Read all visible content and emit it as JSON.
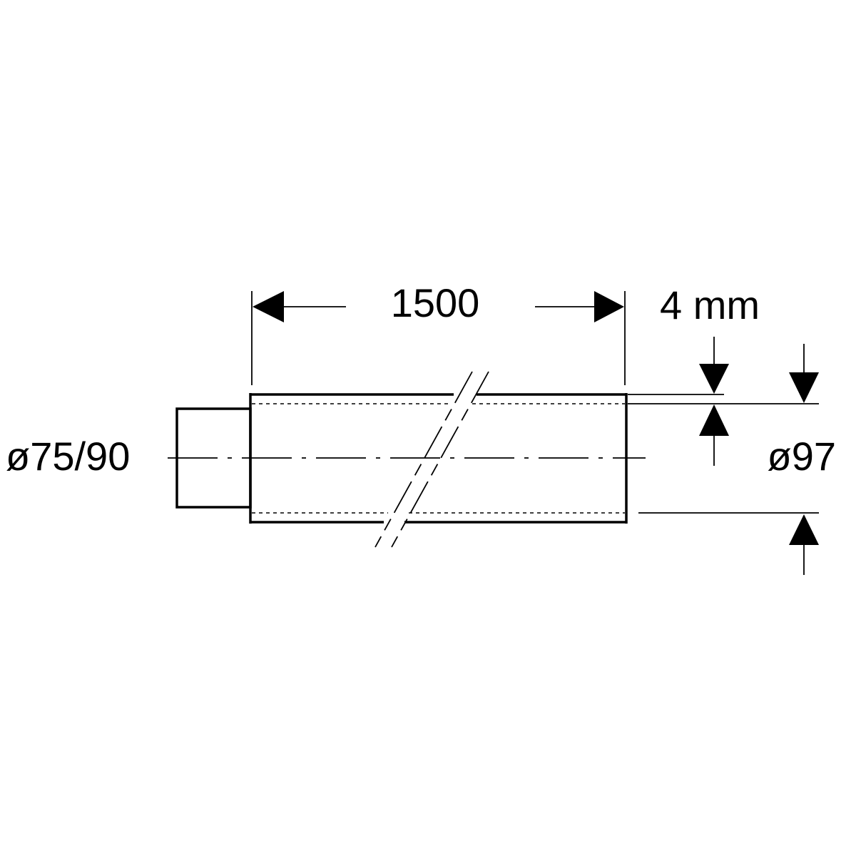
{
  "dimensions": {
    "length": "1500",
    "wall_thickness": "4 mm",
    "inner_diameter": "ø75/90",
    "outer_diameter": "ø97"
  },
  "colors": {
    "line": "#000000",
    "background": "#ffffff"
  }
}
